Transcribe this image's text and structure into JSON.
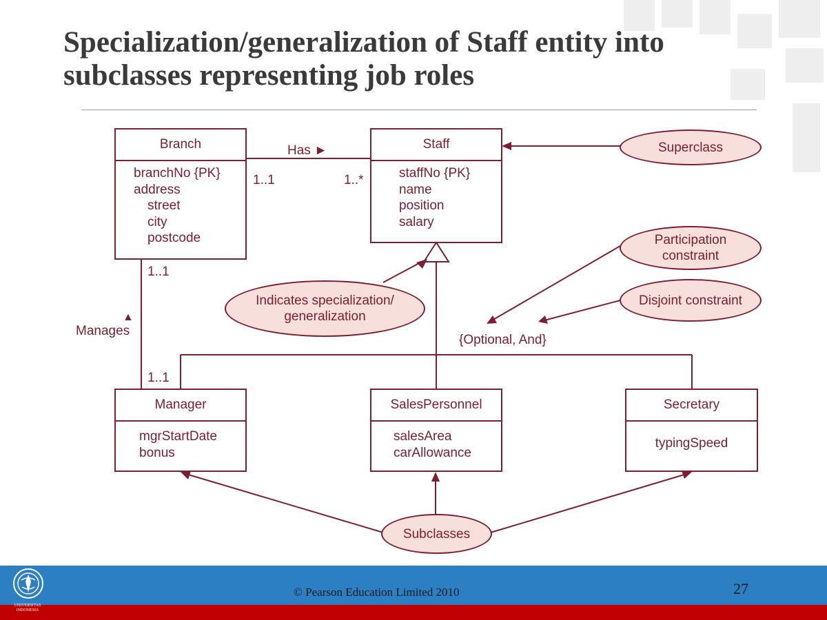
{
  "slide": {
    "title": "Specialization/generalization of Staff entity into subclasses representing job roles",
    "footer": "© Pearson Education Limited  2010",
    "page_number": "27",
    "logo_text": "UNIVERSITAS INDONESIA"
  },
  "entities": {
    "branch": {
      "name": "Branch",
      "attributes": [
        "branchNo {PK}",
        "address",
        "street",
        "city",
        "postcode"
      ]
    },
    "staff": {
      "name": "Staff",
      "attributes": [
        "staffNo {PK}",
        "name",
        "position",
        "salary"
      ]
    },
    "manager": {
      "name": "Manager",
      "attributes": [
        "mgrStartDate",
        "bonus"
      ]
    },
    "sales": {
      "name": "SalesPersonnel",
      "attributes": [
        "salesArea",
        "carAllowance"
      ]
    },
    "secretary": {
      "name": "Secretary",
      "attributes": [
        "typingSpeed"
      ]
    }
  },
  "relationships": {
    "has": {
      "label": "Has ►",
      "mult_branch": "1..1",
      "mult_staff": "1..*"
    },
    "manages": {
      "label": "Manages",
      "arrow": "▲",
      "mult_branch": "1..1",
      "mult_manager": "1..1"
    }
  },
  "constraint": "{Optional, And}",
  "callouts": {
    "superclass": "Superclass",
    "participation": "Participation constraint",
    "disjoint": "Disjoint constraint",
    "specialization": "Indicates specialization/ generalization",
    "subclasses": "Subclasses"
  },
  "colors": {
    "diagram": "#7b2030",
    "callout_fill": "#f7dfdc",
    "footer_blue": "#2d7fc4",
    "footer_red": "#c00000"
  }
}
